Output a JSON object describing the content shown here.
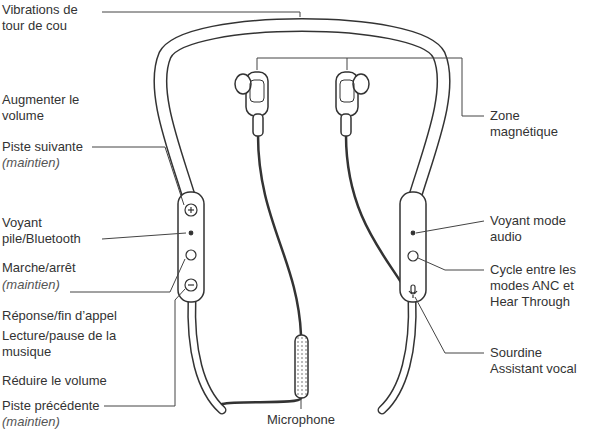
{
  "diagram": {
    "labels": [
      "Vibrations de tour de cou",
      "Augmenter le volume",
      "Piste suivante",
      "(maintien)",
      "Voyant pile/Bluetooth",
      "Marche/arrêt",
      "(maintien)",
      "Réponse/fin d’appel",
      "Lecture/pause de la musique",
      "Réduire le volume",
      "Piste précédente",
      "(maintien)",
      "Microphone",
      "Zone magnétique",
      "Voyant mode audio",
      "Cycle entre les modes ANC et Hear Through",
      "Sourdine Assistant vocal"
    ]
  }
}
